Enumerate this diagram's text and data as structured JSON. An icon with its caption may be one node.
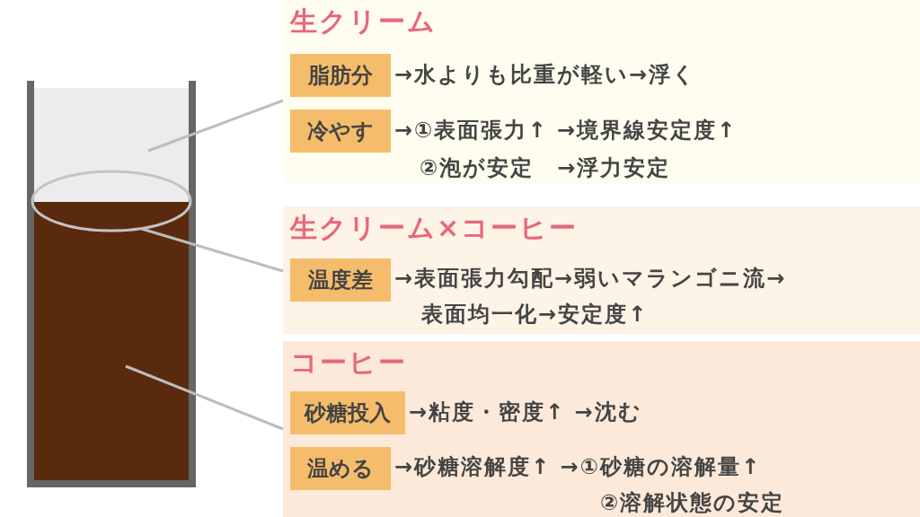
{
  "diagram": {
    "nodes": [
      {
        "text": [],
        "shape": "box"
      },
      {
        "text": [],
        "shape": "ellipse"
      },
      {
        "text": [],
        "shape": "box"
      },
      {
        "text": [
          "生クリーム"
        ]
      },
      {
        "text": [
          "脂肪分"
        ],
        "in": 3,
        "beside": [
          "→水よりも比重が軽い→浮く"
        ]
      },
      {
        "text": [
          "冷やす"
        ],
        "in": 3,
        "beside": [
          "→①表面張力↑ →境界線安定度↑",
          "②泡が安定　→浮力安定"
        ]
      },
      {
        "text": [
          "生クリーム×コーヒー"
        ]
      },
      {
        "text": [
          "温度差"
        ],
        "in": 6,
        "beside": [
          "→表面張力勾配→弱いマランゴニ流→表面均一化→安定度↑"
        ]
      },
      {
        "text": [
          "コーヒー"
        ]
      },
      {
        "text": [
          "砂糖投入"
        ],
        "in": 8,
        "beside": [
          "→粘度・密度↑ →沈む"
        ]
      },
      {
        "text": [
          "温める"
        ],
        "in": 8,
        "beside": [
          "→砂糖溶解度↑ →①砂糖の溶解量↑",
          "②溶解状態の安定"
        ]
      }
    ],
    "edges": [
      {
        "from": 3,
        "to": 0,
        "arrow": "none"
      },
      {
        "from": 6,
        "to": 1,
        "arrow": "none"
      },
      {
        "from": 8,
        "to": 2,
        "arrow": "none"
      }
    ]
  }
}
